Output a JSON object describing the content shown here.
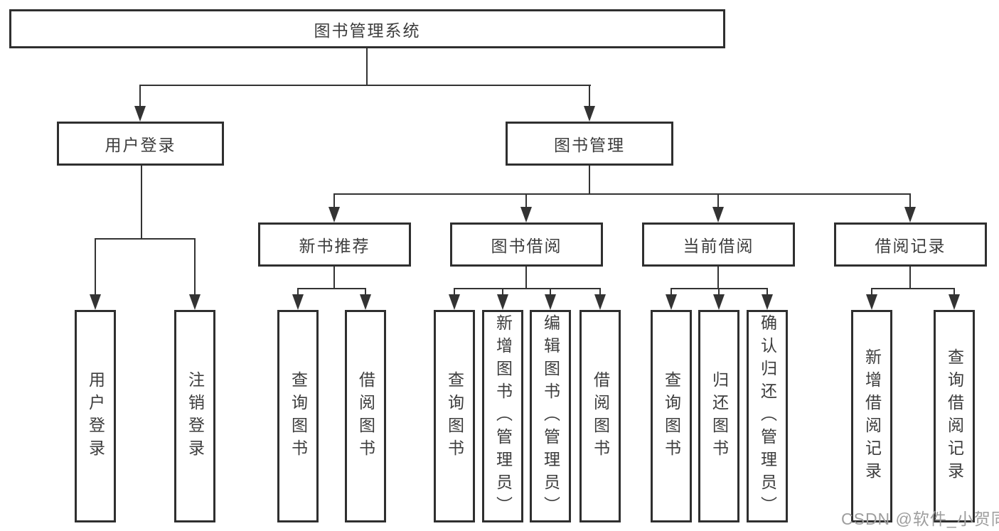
{
  "tree": {
    "root": {
      "label": "图书管理系统"
    },
    "children": [
      {
        "label": "用户登录",
        "children": [
          {
            "label": "用户登录"
          },
          {
            "label": "注销登录"
          }
        ]
      },
      {
        "label": "图书管理",
        "children": [
          {
            "label": "新书推荐",
            "children": [
              {
                "label": "查询图书"
              },
              {
                "label": "借阅图书"
              }
            ]
          },
          {
            "label": "图书借阅",
            "children": [
              {
                "label": "查询图书"
              },
              {
                "label": "新增图书（管理员）"
              },
              {
                "label": "编辑图书（管理员）"
              },
              {
                "label": "借阅图书"
              }
            ]
          },
          {
            "label": "当前借阅",
            "children": [
              {
                "label": "查询图书"
              },
              {
                "label": "归还图书"
              },
              {
                "label": "确认归还（管理员）"
              }
            ]
          },
          {
            "label": "借阅记录",
            "children": [
              {
                "label": "新增借阅记录"
              },
              {
                "label": "查询借阅记录"
              }
            ]
          }
        ]
      }
    ]
  },
  "watermark": {
    "text": "CSDN @软件_小贺同学"
  },
  "colors": {
    "line": "#333333",
    "border": "#2f2f2f",
    "text": "#3d3d3d",
    "background": "#ffffff",
    "watermark": "#9e9e9e"
  }
}
